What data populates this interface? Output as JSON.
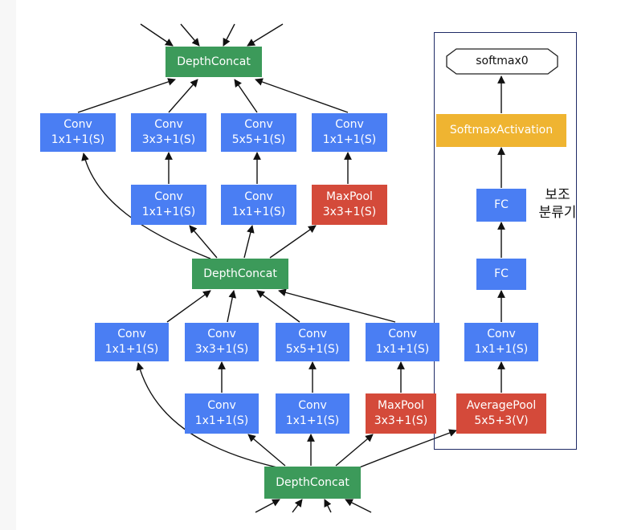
{
  "nodes": {
    "concat_top": "DepthConcat",
    "t_conv1": [
      "Conv",
      "1x1+1(S)"
    ],
    "t_conv3": [
      "Conv",
      "3x3+1(S)"
    ],
    "t_conv5": [
      "Conv",
      "5x5+1(S)"
    ],
    "t_conv_pool": [
      "Conv",
      "1x1+1(S)"
    ],
    "t_red3": [
      "Conv",
      "1x1+1(S)"
    ],
    "t_red5": [
      "Conv",
      "1x1+1(S)"
    ],
    "t_pool": [
      "MaxPool",
      "3x3+1(S)"
    ],
    "concat_mid": "DepthConcat",
    "b_conv1": [
      "Conv",
      "1x1+1(S)"
    ],
    "b_conv3": [
      "Conv",
      "3x3+1(S)"
    ],
    "b_conv5": [
      "Conv",
      "5x5+1(S)"
    ],
    "b_conv_pool": [
      "Conv",
      "1x1+1(S)"
    ],
    "b_red3": [
      "Conv",
      "1x1+1(S)"
    ],
    "b_red5": [
      "Conv",
      "1x1+1(S)"
    ],
    "b_pool": [
      "MaxPool",
      "3x3+1(S)"
    ],
    "concat_bot": "DepthConcat",
    "aux_softmax": "softmax0",
    "aux_activation": "SoftmaxActivation",
    "aux_fc2": "FC",
    "aux_fc1": "FC",
    "aux_conv": [
      "Conv",
      "1x1+1(S)"
    ],
    "aux_avgpool": [
      "AveragePool",
      "5x5+3(V)"
    ]
  },
  "aux_label": [
    "보조",
    "분류기"
  ],
  "colors": {
    "conv": "#4a7ef3",
    "concat": "#3c9a5a",
    "pool": "#d44a3a",
    "activation": "#efb431",
    "edge": "#111111",
    "aux_border": "#1f2a66"
  }
}
